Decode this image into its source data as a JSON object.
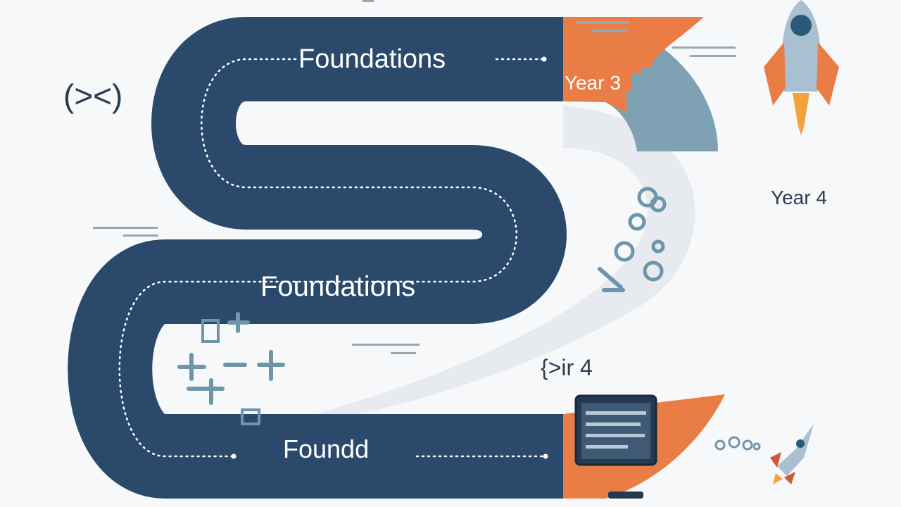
{
  "roadmap": {
    "stage_top_label": "Foundations",
    "stage_middle_label": "Foundations",
    "stage_bottom_label": "Foundd",
    "year_3_label": "Year 3",
    "year_4_label": "Year 4",
    "year_4_code_label": "{>ir 4",
    "code_symbol": "(><)"
  },
  "colors": {
    "road": "#2b4a6b",
    "accent": "#e97d45",
    "steel": "#7fa1b4",
    "pale": "#dfe5ec",
    "text_dark": "#2a3c50"
  },
  "icons": [
    "rocket-icon",
    "code-brackets-icon",
    "gear-icon",
    "plus-icon",
    "monitor-icon"
  ]
}
